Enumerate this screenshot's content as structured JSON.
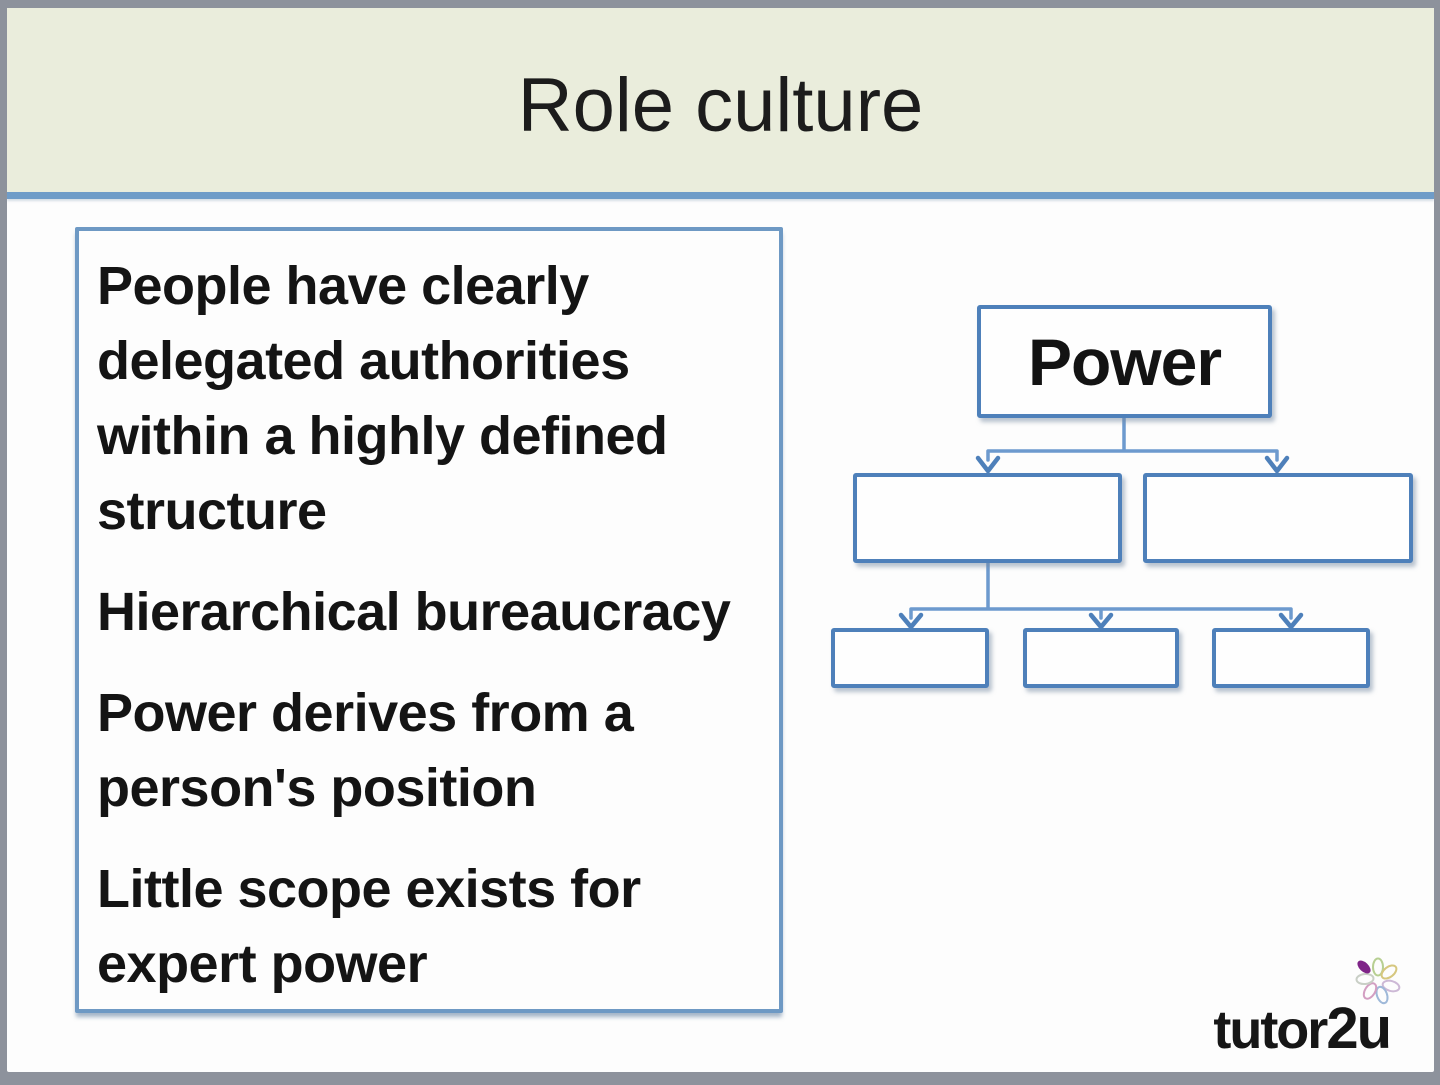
{
  "slide": {
    "title": "Role culture",
    "bullets": [
      "People have clearly delegated authorities within a highly defined structure",
      "Hierarchical bureaucracy",
      "Power derives from a person's position",
      "Little scope exists for expert power"
    ],
    "diagram": {
      "root": {
        "label": "Power"
      },
      "level2": [
        {
          "label": ""
        },
        {
          "label": ""
        }
      ],
      "level3": [
        {
          "label": ""
        },
        {
          "label": ""
        },
        {
          "label": ""
        }
      ]
    },
    "logo": {
      "text_regular": "tutor",
      "text_bold": "2u"
    },
    "colors": {
      "frame_gray": "#8d929c",
      "header_bg": "#eaeddc",
      "divider_blue": "#6f9cc8",
      "textbox_border": "#6e99c4",
      "node_border": "#4e80ba",
      "connector_blue": "#6d9ace",
      "text_black": "#141414",
      "logo_purple": "#7f2588"
    }
  }
}
